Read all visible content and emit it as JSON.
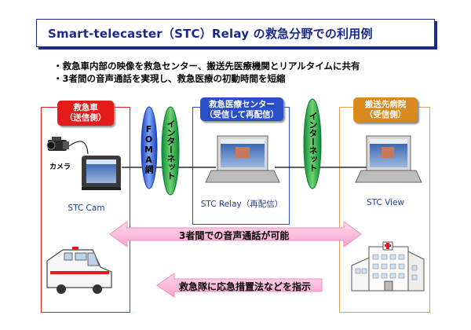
{
  "title": "Smart-telecaster（STC）Relay の救急分野での利用例",
  "bullets": [
    "・救急車内部の映像を救急センター、搬送先医療機関とリアルタイムに共有",
    "・3者間の音声通話を実現し、救急医療の初動時間を短縮"
  ],
  "panels": {
    "ambulance": {
      "badge_line1": "救急車",
      "badge_line2": "（送信側）",
      "camera_label": "カメラ",
      "node_label": "STC Cam",
      "color": "#e31b1b"
    },
    "center": {
      "badge_line1": "救急医療センター",
      "badge_line2": "（受信して再配信）",
      "node_label": "STC Relay（再配信）",
      "color": "#2a4fc9"
    },
    "hospital": {
      "badge_line1": "搬送先病院",
      "badge_line2": "（受信側）",
      "node_label": "STC View",
      "color": "#d98a1f"
    }
  },
  "links": {
    "foma": "FOMA網",
    "internet_1": "インターネット",
    "internet_2": "インターネット"
  },
  "arrows": {
    "voice": "3者間での音声通話が可能",
    "instruct": "救急隊に応急措置法などを指示"
  }
}
